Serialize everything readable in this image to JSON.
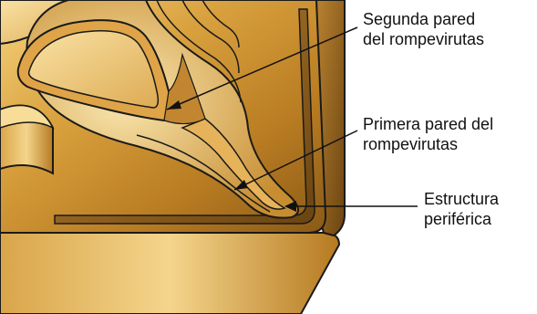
{
  "labels": [
    {
      "id": "segunda-pared",
      "text": "Segunda pared\ndel rompevirutas"
    },
    {
      "id": "primera-pared",
      "text": "Primera pared del\nrompevirutas"
    },
    {
      "id": "estructura-periferica",
      "text": "Estructura\nperiférica"
    }
  ],
  "colors": {
    "insert_light": "#f7d98a",
    "insert_mid": "#c98b2a",
    "insert_dark": "#7a4f12",
    "outline": "#1a1a1a",
    "leader": "#111111"
  }
}
